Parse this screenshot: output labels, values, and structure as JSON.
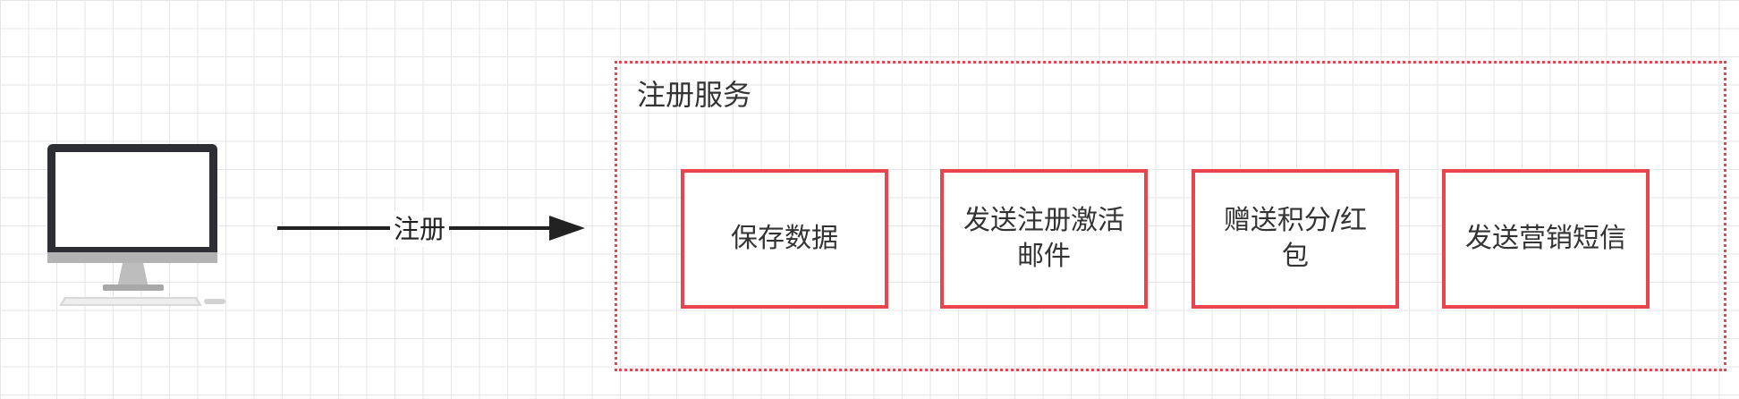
{
  "diagram": {
    "edge_label": "注册",
    "group_title": "注册服务",
    "steps": [
      {
        "label": "保存数据"
      },
      {
        "label": "发送注册激活邮件"
      },
      {
        "label": "赠送积分/红包"
      },
      {
        "label": "发送营销短信"
      }
    ],
    "colors": {
      "step_border": "#e8454c",
      "group_border": "#e8454c",
      "arrow": "#222222",
      "grid": "#e6e6e6"
    },
    "icons": {
      "client": "desktop-computer-icon"
    }
  }
}
